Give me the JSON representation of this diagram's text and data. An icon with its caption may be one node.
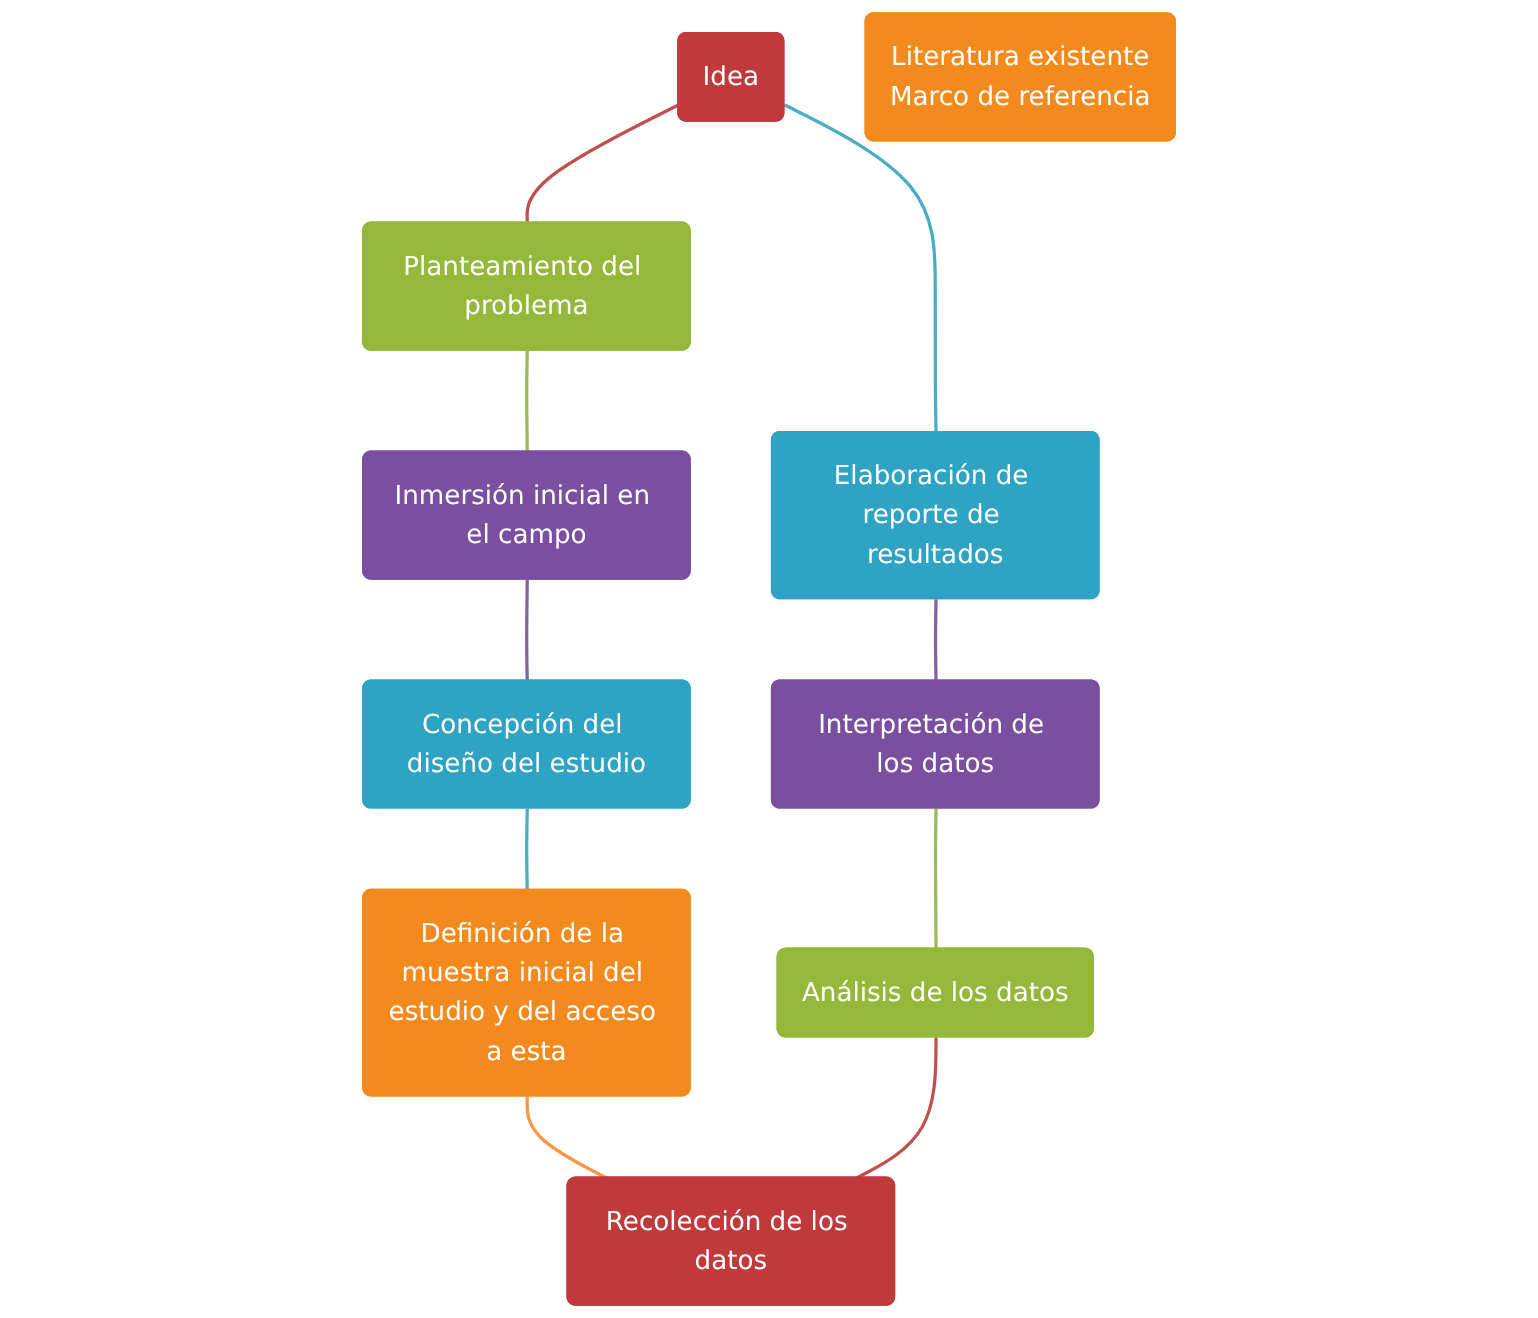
{
  "diagram": {
    "nodes": [
      {
        "text": [
          "Idea"
        ]
      },
      {
        "text": [
          "Elaboración de reporte de resultados"
        ]
      },
      {
        "text": [
          "Planteamiento del problema"
        ]
      },
      {
        "text": [
          "Interpretación de los datos"
        ]
      },
      {
        "text": [
          "Literatura existente",
          "Marco de referencia"
        ]
      },
      {
        "text": [
          "Inmersión inicial en el campo"
        ]
      },
      {
        "text": [
          "Análisis de los datos"
        ]
      },
      {
        "text": [
          "Concepción del diseño del estudio"
        ]
      },
      {
        "text": [
          "Recolección de los datos"
        ]
      },
      {
        "text": [
          "Definición de la muestra inicial del estudio y del acceso a esta"
        ]
      }
    ],
    "edges": [
      {
        "from": 0,
        "to": 2,
        "arrow": "none",
        "color": "#c0504d"
      },
      {
        "from": 2,
        "to": 5,
        "arrow": "none",
        "color": "#9bbb59"
      },
      {
        "from": 5,
        "to": 7,
        "arrow": "none",
        "color": "#8064a2"
      },
      {
        "from": 7,
        "to": 9,
        "arrow": "none",
        "color": "#4bacc6"
      },
      {
        "from": 9,
        "to": 8,
        "arrow": "none",
        "color": "#f79646"
      },
      {
        "from": 8,
        "to": 6,
        "arrow": "none",
        "color": "#c0504d"
      },
      {
        "from": 6,
        "to": 3,
        "arrow": "none",
        "color": "#9bbb59"
      },
      {
        "from": 3,
        "to": 1,
        "arrow": "none",
        "color": "#8064a2"
      },
      {
        "from": 1,
        "to": 0,
        "arrow": "none",
        "color": "#4bacc6"
      }
    ]
  }
}
